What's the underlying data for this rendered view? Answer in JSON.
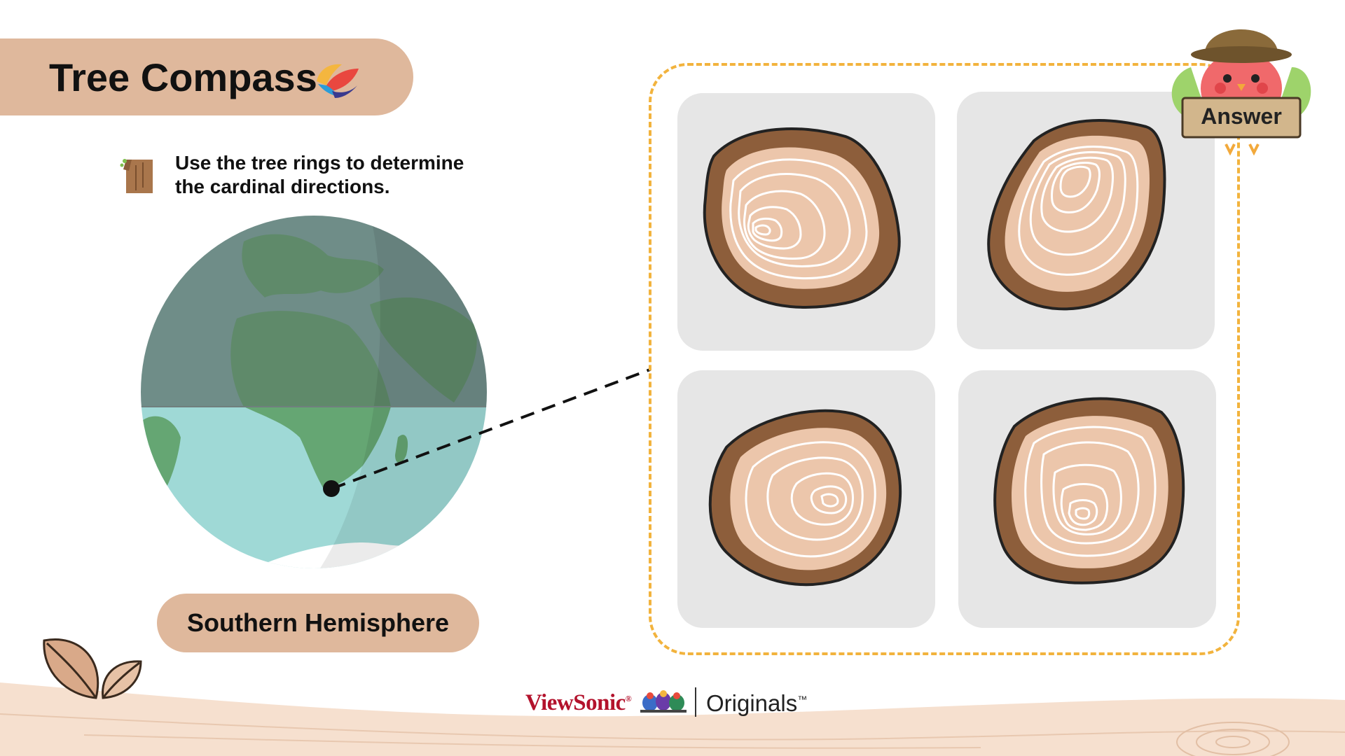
{
  "header": {
    "title": "Tree Compass",
    "logo_icon": "colorful-leaf-logo-icon"
  },
  "instruction": {
    "icon": "tree-stump-icon",
    "line1": "Use the tree rings to determine",
    "line2": "the cardinal directions."
  },
  "globe": {
    "label": "Southern Hemisphere"
  },
  "answer_button": {
    "label": "Answer"
  },
  "tree_ring_tiles": [
    {
      "name": "tree-ring-option-1"
    },
    {
      "name": "tree-ring-option-2"
    },
    {
      "name": "tree-ring-option-3"
    },
    {
      "name": "tree-ring-option-4"
    }
  ],
  "footer": {
    "brand": "ViewSonic",
    "brand_mark": "®",
    "product": "Originals",
    "product_mark": "™"
  },
  "colors": {
    "accent_tan": "#dfb89c",
    "dashed_border": "#f2b33d",
    "tile_bg": "#e6e6e6",
    "bark": "#8d5e3b",
    "wood_light": "#ecc6ab"
  }
}
